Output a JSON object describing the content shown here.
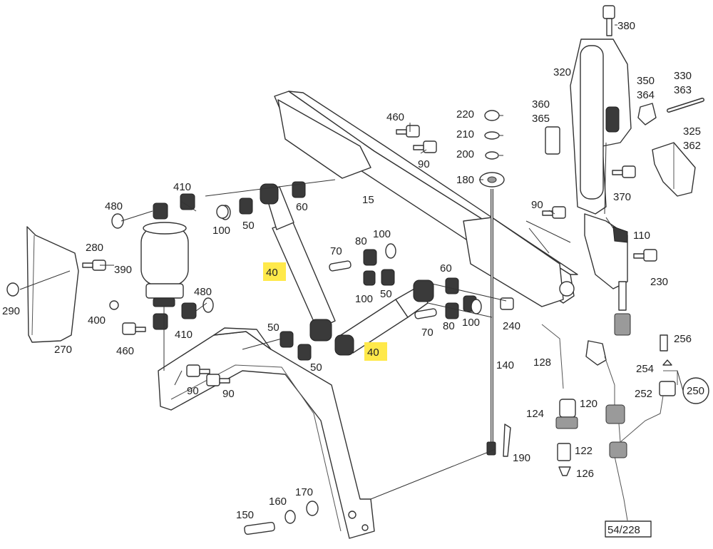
{
  "diagram": {
    "highlight_color": "#ffe94a",
    "labels": [
      {
        "id": "p380",
        "text": "380"
      },
      {
        "id": "p320",
        "text": "320"
      },
      {
        "id": "p350",
        "text": "350"
      },
      {
        "id": "p364",
        "text": "364"
      },
      {
        "id": "p330",
        "text": "330"
      },
      {
        "id": "p363",
        "text": "363"
      },
      {
        "id": "p360",
        "text": "360"
      },
      {
        "id": "p365",
        "text": "365"
      },
      {
        "id": "p325",
        "text": "325"
      },
      {
        "id": "p362",
        "text": "362"
      },
      {
        "id": "p460a",
        "text": "460"
      },
      {
        "id": "p220",
        "text": "220"
      },
      {
        "id": "p210",
        "text": "210"
      },
      {
        "id": "p200",
        "text": "200"
      },
      {
        "id": "p180",
        "text": "180"
      },
      {
        "id": "p90a",
        "text": "90"
      },
      {
        "id": "p370",
        "text": "370"
      },
      {
        "id": "p410a",
        "text": "410"
      },
      {
        "id": "p480a",
        "text": "480"
      },
      {
        "id": "p60a",
        "text": "60"
      },
      {
        "id": "p15",
        "text": "15"
      },
      {
        "id": "p100a",
        "text": "100"
      },
      {
        "id": "p50a",
        "text": "50"
      },
      {
        "id": "p90b",
        "text": "90"
      },
      {
        "id": "p110",
        "text": "110"
      },
      {
        "id": "p280",
        "text": "280"
      },
      {
        "id": "p390",
        "text": "390"
      },
      {
        "id": "p70a",
        "text": "70"
      },
      {
        "id": "p80a",
        "text": "80"
      },
      {
        "id": "p100b",
        "text": "100"
      },
      {
        "id": "p40a",
        "text": "40"
      },
      {
        "id": "p100c",
        "text": "100"
      },
      {
        "id": "p50b",
        "text": "50"
      },
      {
        "id": "p60b",
        "text": "60"
      },
      {
        "id": "p230",
        "text": "230"
      },
      {
        "id": "p290",
        "text": "290"
      },
      {
        "id": "p480b",
        "text": "480"
      },
      {
        "id": "p400",
        "text": "400"
      },
      {
        "id": "p410b",
        "text": "410"
      },
      {
        "id": "p460b",
        "text": "460"
      },
      {
        "id": "p270",
        "text": "270"
      },
      {
        "id": "p50c",
        "text": "50"
      },
      {
        "id": "p50d",
        "text": "50"
      },
      {
        "id": "p40b",
        "text": "40"
      },
      {
        "id": "p70b",
        "text": "70"
      },
      {
        "id": "p80b",
        "text": "80"
      },
      {
        "id": "p100d",
        "text": "100"
      },
      {
        "id": "p240",
        "text": "240"
      },
      {
        "id": "p256",
        "text": "256"
      },
      {
        "id": "p128",
        "text": "128"
      },
      {
        "id": "p254",
        "text": "254"
      },
      {
        "id": "p140",
        "text": "140"
      },
      {
        "id": "p90c",
        "text": "90"
      },
      {
        "id": "p90d",
        "text": "90"
      },
      {
        "id": "p120",
        "text": "120"
      },
      {
        "id": "p252",
        "text": "252"
      },
      {
        "id": "p250",
        "text": "250"
      },
      {
        "id": "p124",
        "text": "124"
      },
      {
        "id": "p122",
        "text": "122"
      },
      {
        "id": "p190",
        "text": "190"
      },
      {
        "id": "p126",
        "text": "126"
      },
      {
        "id": "p170",
        "text": "170"
      },
      {
        "id": "p160",
        "text": "160"
      },
      {
        "id": "p150",
        "text": "150"
      },
      {
        "id": "p54228",
        "text": "54/228"
      }
    ]
  }
}
